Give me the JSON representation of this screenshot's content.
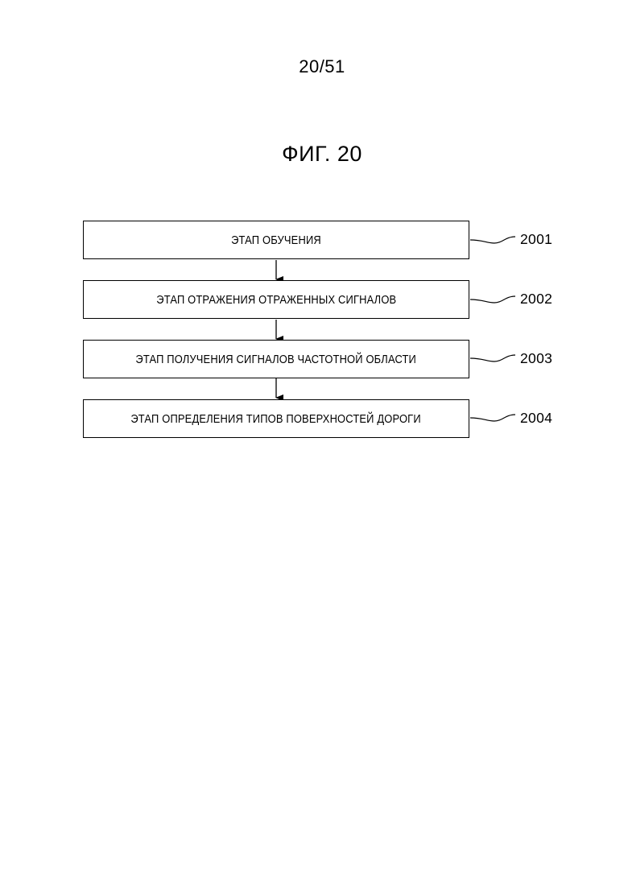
{
  "page_number": "20/51",
  "figure_title": "ФИГ. 20",
  "steps": [
    {
      "label": "ЭТАП ОБУЧЕНИЯ",
      "ref": "2001"
    },
    {
      "label": "ЭТАП ОТРАЖЕНИЯ ОТРАЖЕННЫХ СИГНАЛОВ",
      "ref": "2002"
    },
    {
      "label": "ЭТАП ПОЛУЧЕНИЯ СИГНАЛОВ ЧАСТОТНОЙ ОБЛАСТИ",
      "ref": "2003"
    },
    {
      "label": "ЭТАП ОПРЕДЕЛЕНИЯ ТИПОВ ПОВЕРХНОСТЕЙ ДОРОГИ",
      "ref": "2004"
    }
  ]
}
